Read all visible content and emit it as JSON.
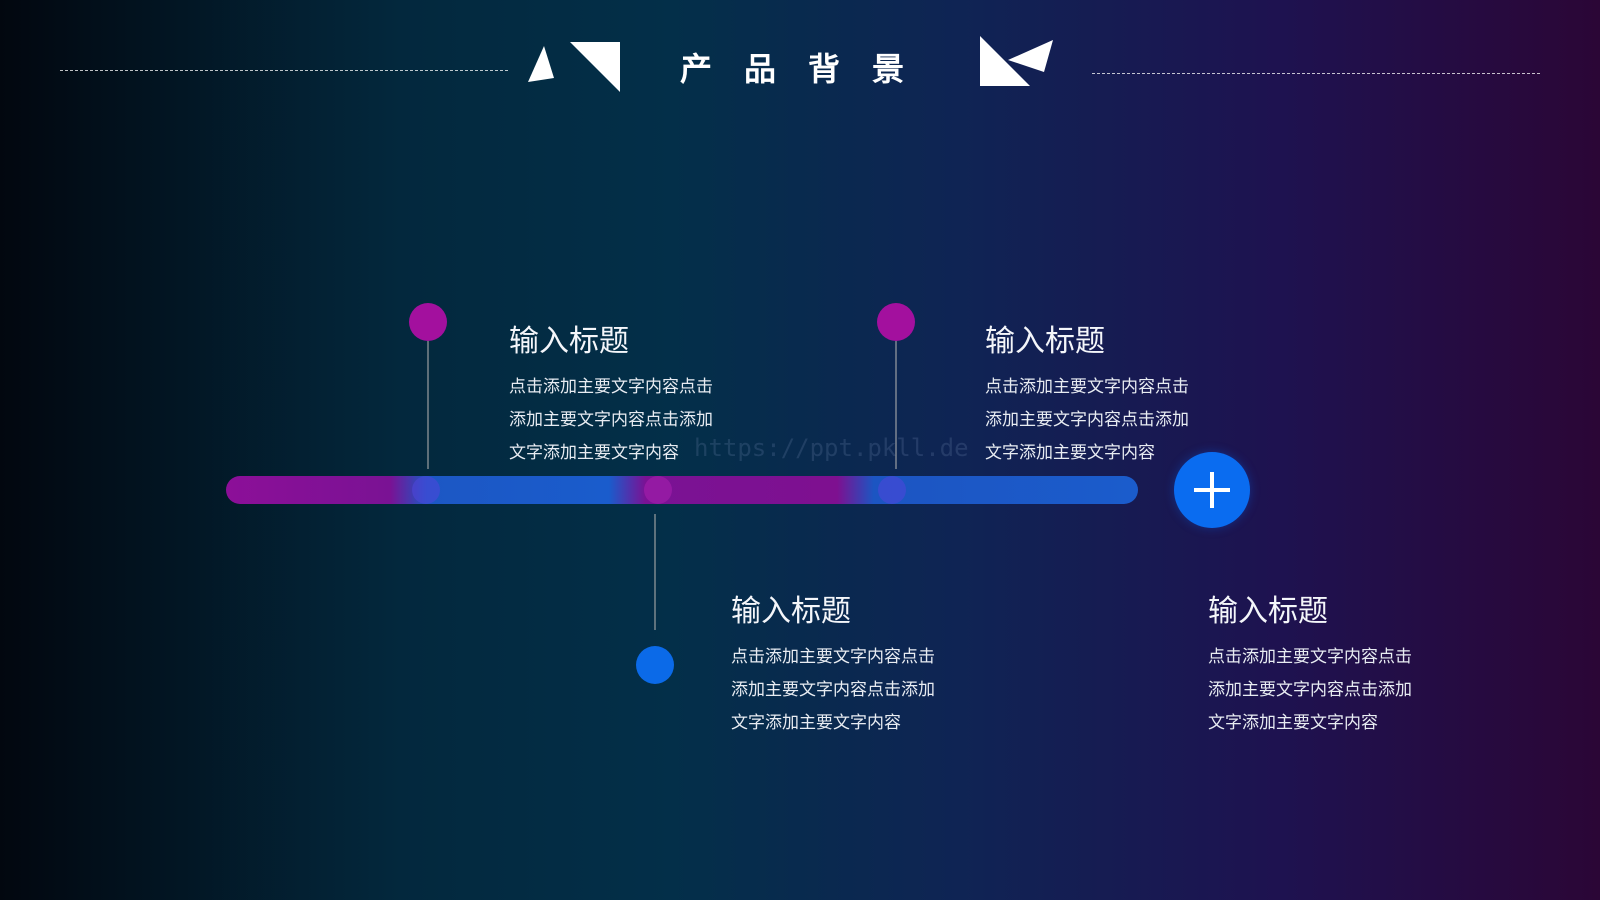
{
  "header": {
    "title": "产品背景"
  },
  "watermark": "https://ppt.pkll.de",
  "timeline": {
    "colors": {
      "magenta": "#a3109e",
      "blue": "#0b6ae8",
      "plus_button": "#0a6cf0"
    },
    "plus_icon": "plus-icon",
    "items": [
      {
        "title": "输入标题",
        "lines": [
          "点击添加主要文字内容点击",
          "添加主要文字内容点击添加",
          "文字添加主要文字内容"
        ]
      },
      {
        "title": "输入标题",
        "lines": [
          "点击添加主要文字内容点击",
          "添加主要文字内容点击添加",
          "文字添加主要文字内容"
        ]
      },
      {
        "title": "输入标题",
        "lines": [
          "点击添加主要文字内容点击",
          "添加主要文字内容点击添加",
          "文字添加主要文字内容"
        ]
      },
      {
        "title": "输入标题",
        "lines": [
          "点击添加主要文字内容点击",
          "添加主要文字内容点击添加",
          "文字添加主要文字内容"
        ]
      }
    ]
  }
}
